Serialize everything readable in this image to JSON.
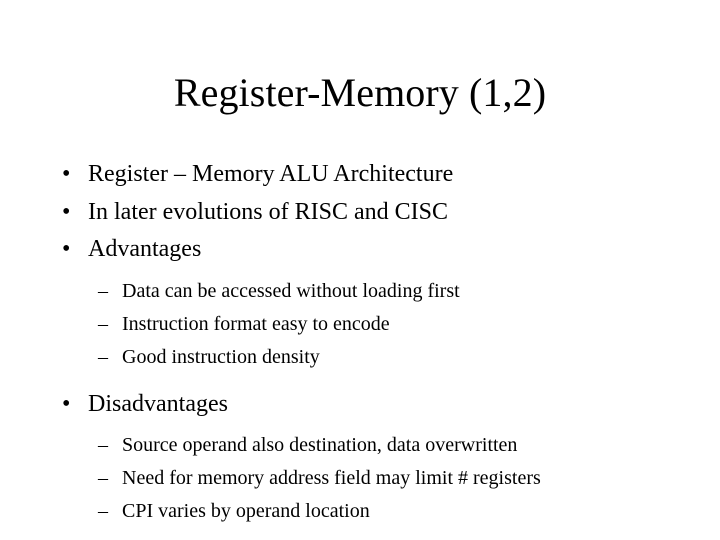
{
  "slide": {
    "title": "Register-Memory (1,2)",
    "background_color": "#ffffff",
    "text_color": "#000000",
    "bullet_marker_level1": "•",
    "bullet_marker_level2": "–",
    "content": [
      {
        "level": 1,
        "text": "Register – Memory ALU Architecture"
      },
      {
        "level": 1,
        "text": "In later evolutions of RISC and CISC"
      },
      {
        "level": 1,
        "text": "Advantages"
      },
      {
        "level": 2,
        "text": "Data can be accessed without loading first"
      },
      {
        "level": 2,
        "text": "Instruction format easy to encode"
      },
      {
        "level": 2,
        "text": "Good instruction density"
      },
      {
        "level": 1,
        "text": "Disadvantages"
      },
      {
        "level": 2,
        "text": "Source operand also destination, data overwritten"
      },
      {
        "level": 2,
        "text": "Need for memory address field may limit # registers"
      },
      {
        "level": 2,
        "text": "CPI varies by operand location"
      }
    ]
  }
}
